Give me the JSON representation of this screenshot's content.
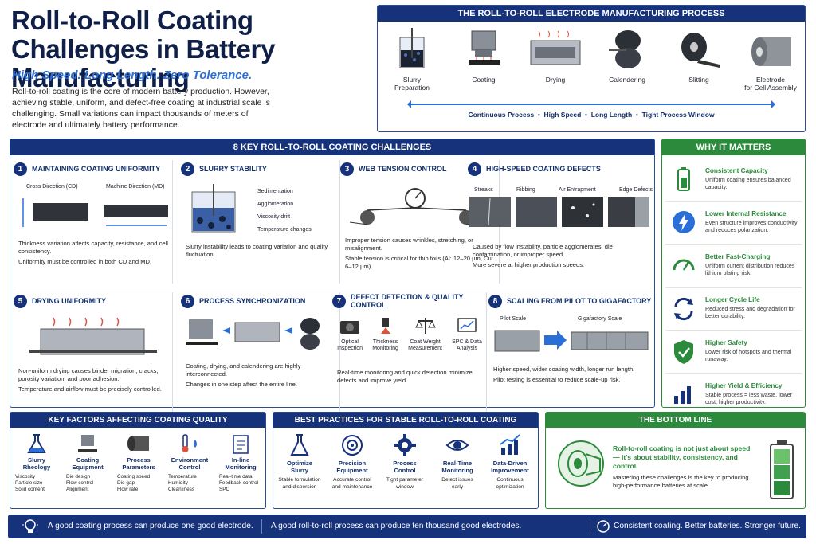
{
  "header": {
    "title": "Roll-to-Roll Coating Challenges in Battery Manufacturing",
    "subtitle": "High Speed. Long Length. Zero Tolerance.",
    "intro": "Roll-to-roll coating is the core of modern battery production. However, achieving stable, uniform, and defect-free coating at industrial scale is challenging. Small variations can impact thousands of meters of electrode and ultimately battery performance."
  },
  "process": {
    "title": "THE ROLL-TO-ROLL ELECTRODE MANUFACTURING PROCESS",
    "steps": [
      "Slurry\nPreparation",
      "Coating",
      "Drying",
      "Calendering",
      "Slitting",
      "Electrode\nfor Cell Assembly"
    ],
    "tags": [
      "Continuous Process",
      "High Speed",
      "Long Length",
      "Tight Process Window"
    ]
  },
  "challenges": {
    "title": "8 KEY ROLL-TO-ROLL COATING CHALLENGES",
    "items": [
      {
        "num": "1",
        "title": "MAINTAINING COATING UNIFORMITY",
        "labels": [
          "Cross Direction (CD)",
          "Machine Direction (MD)"
        ],
        "bullets": [
          "Thickness variation affects capacity, resistance, and cell consistency.",
          "Uniformity must be controlled in both CD and MD."
        ]
      },
      {
        "num": "2",
        "title": "SLURRY STABILITY",
        "labels": [
          "Sedimentation",
          "Agglomeration",
          "Viscosity drift",
          "Temperature changes"
        ],
        "bullets": [
          "Slurry instability leads to coating variation and quality fluctuation."
        ]
      },
      {
        "num": "3",
        "title": "WEB TENSION CONTROL",
        "labels": [],
        "bullets": [
          "Improper tension causes wrinkles, stretching, or misalignment.",
          "Stable tension is critical for thin foils (Al: 12–20 µm, Cu: 6–12 µm)."
        ]
      },
      {
        "num": "4",
        "title": "HIGH-SPEED COATING DEFECTS",
        "labels": [
          "Streaks",
          "Ribbing",
          "Air Entrapment",
          "Edge Defects"
        ],
        "bullets": [
          "Caused by flow instability, particle agglomerates, die contamination, or improper speed.",
          "More severe at higher production speeds."
        ]
      },
      {
        "num": "5",
        "title": "DRYING UNIFORMITY",
        "labels": [],
        "bullets": [
          "Non-uniform drying causes binder migration, cracks, porosity variation, and poor adhesion.",
          "Temperature and airflow must be precisely controlled."
        ]
      },
      {
        "num": "6",
        "title": "PROCESS SYNCHRONIZATION",
        "labels": [],
        "bullets": [
          "Coating, drying, and calendering are highly interconnected.",
          "Changes in one step affect the entire line."
        ]
      },
      {
        "num": "7",
        "title": "DEFECT DETECTION & QUALITY CONTROL",
        "labels": [
          "Optical\nInspection",
          "Thickness\nMonitoring",
          "Coat Weight\nMeasurement",
          "SPC & Data\nAnalysis"
        ],
        "bullets": [
          "Real-time monitoring and quick detection minimize defects and improve yield."
        ]
      },
      {
        "num": "8",
        "title": "SCALING FROM PILOT TO GIGAFACTORY",
        "labels": [
          "Pilot Scale",
          "Gigafactory Scale"
        ],
        "bullets": [
          "Higher speed, wider coating width, longer run length.",
          "Pilot testing is essential to reduce scale-up risk."
        ]
      }
    ]
  },
  "why": {
    "title": "WHY IT MATTERS",
    "items": [
      {
        "title": "Consistent Capacity",
        "desc": "Uniform coating ensures balanced capacity.",
        "icon": "battery-icon"
      },
      {
        "title": "Lower Internal Resistance",
        "desc": "Even structure improves conductivity and reduces polarization.",
        "icon": "lightning-icon"
      },
      {
        "title": "Better Fast-Charging",
        "desc": "Uniform current distribution reduces lithium plating risk.",
        "icon": "gauge-icon"
      },
      {
        "title": "Longer Cycle Life",
        "desc": "Reduced stress and degradation for better durability.",
        "icon": "cycle-icon"
      },
      {
        "title": "Higher Safety",
        "desc": "Lower risk of hotspots and thermal runaway.",
        "icon": "shield-icon"
      },
      {
        "title": "Higher Yield & Efficiency",
        "desc": "Stable process = less waste, lower cost, higher productivity.",
        "icon": "bar-chart-icon"
      }
    ]
  },
  "factors": {
    "title": "KEY FACTORS AFFECTING COATING QUALITY",
    "items": [
      {
        "title": "Slurry\nRheology",
        "list": [
          "Viscosity",
          "Particle size",
          "Solid content"
        ]
      },
      {
        "title": "Coating\nEquipment",
        "list": [
          "Die design",
          "Flow control",
          "Alignment"
        ]
      },
      {
        "title": "Process\nParameters",
        "list": [
          "Coating speed",
          "Die gap",
          "Flow rate"
        ]
      },
      {
        "title": "Environment\nControl",
        "list": [
          "Temperature",
          "Humidity",
          "Cleanliness"
        ]
      },
      {
        "title": "In-line\nMonitoring",
        "list": [
          "Real-time data",
          "Feedback control",
          "SPC"
        ]
      }
    ]
  },
  "practices": {
    "title": "BEST PRACTICES FOR STABLE ROLL-TO-ROLL COATING",
    "items": [
      {
        "title": "Optimize\nSlurry",
        "desc": "Stable formulation\nand dispersion"
      },
      {
        "title": "Precision\nEquipment",
        "desc": "Accurate control\nand maintenance"
      },
      {
        "title": "Process\nControl",
        "desc": "Tight parameter\nwindow"
      },
      {
        "title": "Real-Time\nMonitoring",
        "desc": "Detect issues\nearly"
      },
      {
        "title": "Data-Driven\nImprovement",
        "desc": "Continuous\noptimization"
      }
    ]
  },
  "bottomline": {
    "title": "THE BOTTOM LINE",
    "statement": "Roll-to-roll coating is not just about speed— it's about stability, consistency, and control.",
    "detail": "Mastering these challenges is the key to producing high-performance batteries at scale."
  },
  "footer": {
    "left": "A good coating process can produce one good electrode.",
    "middle": "A good roll-to-roll process can produce ten thousand good electrodes.",
    "right": "Consistent coating. Better batteries. Stronger future."
  },
  "colors": {
    "navy": "#16327a",
    "accent_blue": "#2a6fd8",
    "green": "#2c8a3c"
  }
}
